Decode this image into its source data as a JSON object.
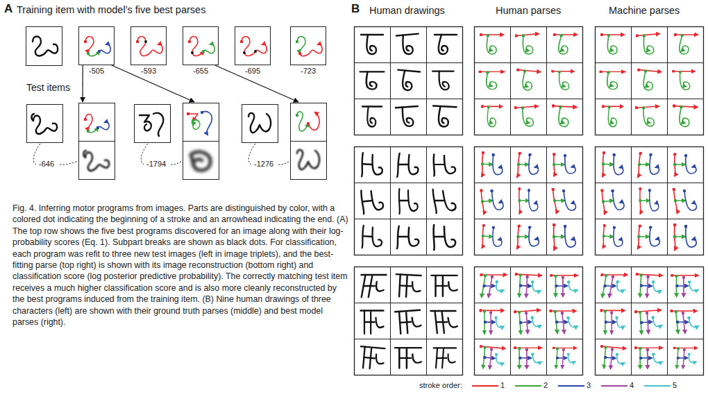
{
  "diagram": {
    "caption": "Fig. 4. Inferring motor programs from images. Parts are distinguished by color, with a colored dot indicating the beginning of a stroke and an arrowhead indicating the end. (A) The top row shows the five best programs discovered for an image along with their log-probability scores (Eq. 1). Subpart breaks are shown as black dots. For classification, each program was refit to three new test images (left in image triplets), and the best-fitting parse (top right) is shown with its image reconstruction (bottom right) and classification score (log posterior predictive probability). The correctly matching test item receives a much higher classification score and is also more cleanly reconstructed by the best programs induced from the training item. (B) Nine human drawings of three characters (left) are shown with their ground truth parses (middle) and best model parses (right).",
    "nodes": [
      {
        "text": [
          "-505"
        ]
      },
      {
        "text": [
          "-593"
        ]
      },
      {
        "text": [
          "-655"
        ]
      },
      {
        "text": [
          "-695"
        ]
      },
      {
        "text": [
          "-723"
        ]
      },
      {
        "text": [
          "-646"
        ]
      },
      {
        "text": [
          "-1794"
        ]
      },
      {
        "text": [
          "-1276"
        ]
      }
    ],
    "edges": [
      {
        "from": 0,
        "to": 5,
        "arrow": "to"
      },
      {
        "from": 0,
        "to": 6,
        "arrow": "to"
      },
      {
        "from": 2,
        "to": 7,
        "arrow": "to"
      }
    ],
    "labels": [
      "A",
      "Training item with model’s five best parses",
      "Test items",
      "B",
      "Human drawings",
      "Human parses",
      "Machine parses",
      "stroke order:"
    ],
    "legend": [
      {
        "text": "1",
        "color": "#e8262b"
      },
      {
        "text": "2",
        "color": "#35a63a"
      },
      {
        "text": "3",
        "color": "#2b46a6"
      },
      {
        "text": "4",
        "color": "#a0449f"
      },
      {
        "text": "5",
        "color": "#41c4c9"
      }
    ]
  }
}
